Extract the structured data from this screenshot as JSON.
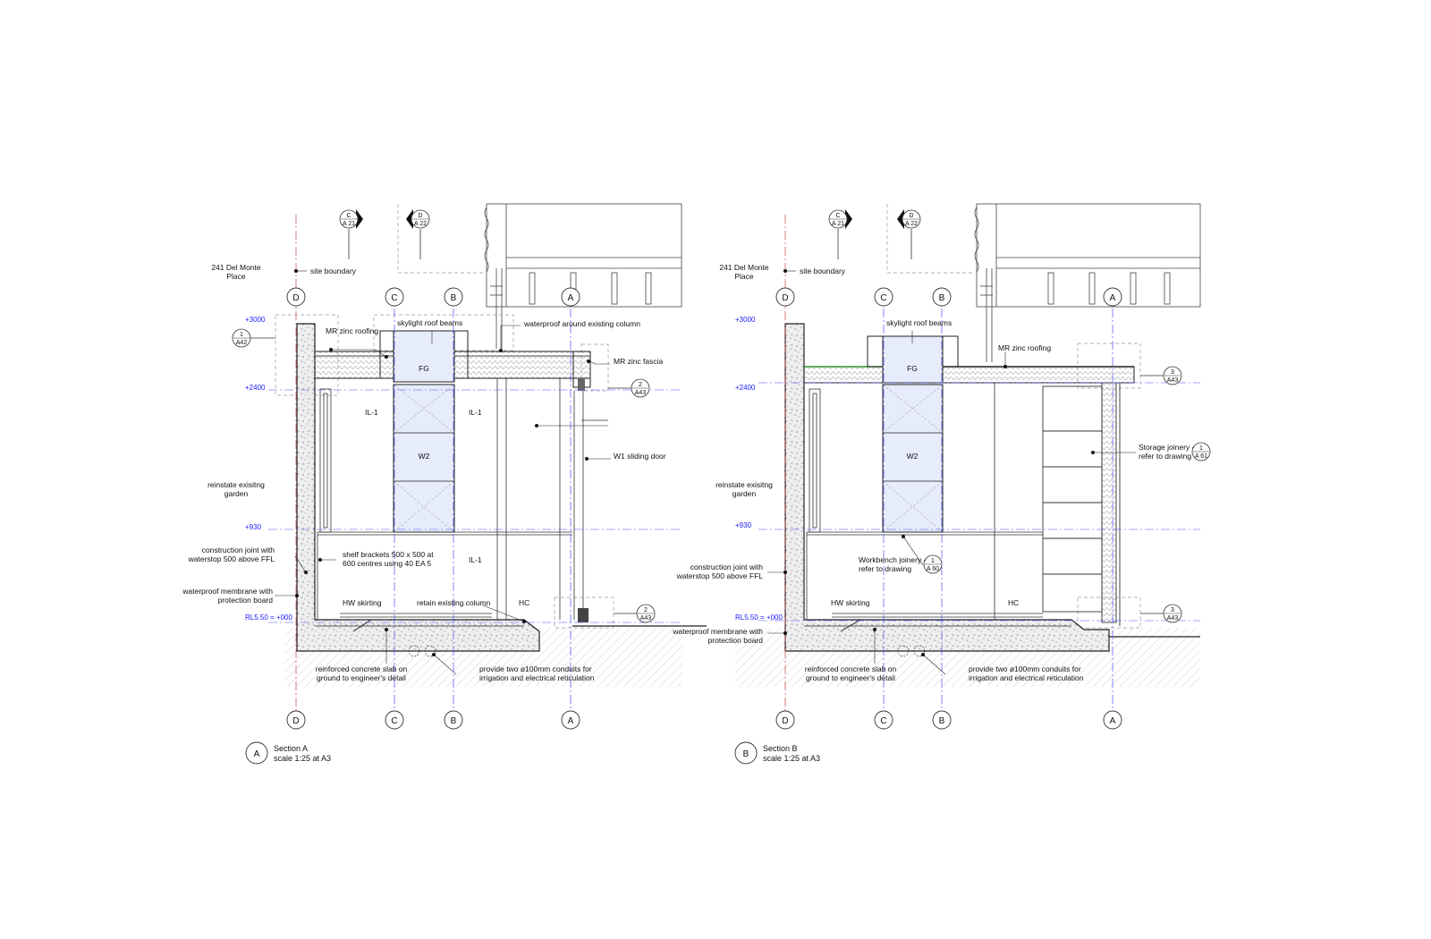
{
  "colors": {
    "ink": "#111111",
    "level_text": "#1a1aff",
    "grid_line": "#d04040",
    "datum_line": "#4d4dff",
    "glazing_fill": "#e6ecfb",
    "concrete_fill": "#ececec",
    "green_roof": "#2f9a2f"
  },
  "section_a": {
    "title": "Section A",
    "scale": "scale 1:25 at A3",
    "mark": "A",
    "grid_top": [
      "D",
      "C",
      "B",
      "A"
    ],
    "grid_bottom": [
      "D",
      "C",
      "B",
      "A"
    ],
    "levels": {
      "l3000": "+3000",
      "l2400": "+2400",
      "l930": "+930",
      "rl": "RL5.50 = +000"
    },
    "markers": {
      "c": {
        "letter": "C",
        "sheet": "A 21"
      },
      "d": {
        "letter": "D",
        "sheet": "A 22"
      }
    },
    "refs": {
      "r1": {
        "num": "1",
        "sheet": "A42"
      },
      "r2": {
        "num": "2",
        "sheet": "A43"
      },
      "r3": {
        "num": "2",
        "sheet": "A43"
      }
    },
    "tags": {
      "fg": "FG",
      "w2": "W2",
      "il1a": "IL-1",
      "il1b": "IL-1",
      "il1c": "IL-1",
      "hc": "HC"
    },
    "labels": {
      "address_1": "241 Del Monte",
      "address_2": "Place",
      "site_boundary": "site boundary",
      "mr_zinc_roofing": "MR zinc roofing",
      "skylight_roof_beams": "skylight roof beams",
      "waterproof_column": "waterproof around existing column",
      "mr_zinc_fascia": "MR zinc fascia",
      "w1_sliding_door": "W1 sliding door",
      "garden_1": "reinstate exisitng",
      "garden_2": "garden",
      "construction_joint_1": "construction joint with",
      "construction_joint_2": "waterstop 500 above FFL",
      "shelf_brackets_1": "shelf brackets 500 x 500 at",
      "shelf_brackets_2": "600 centres using 40 EA 5",
      "membrane_1": "waterproof membrane with",
      "membrane_2": "protection board",
      "hw_skirting": "HW skirting",
      "retain_column": "retain existing column",
      "slab_1": "reinforced concrete slab on",
      "slab_2": "ground to engineer's detail",
      "conduits_1": "provide two ø100mm conduits for",
      "conduits_2": "irrigation and electrical reticulation"
    }
  },
  "section_b": {
    "title": "Section B",
    "scale": "scale 1:25 at A3",
    "mark": "B",
    "grid_top": [
      "D",
      "C",
      "B",
      "A"
    ],
    "grid_bottom": [
      "D",
      "C",
      "B",
      "A"
    ],
    "levels": {
      "l3000": "+3000",
      "l2400": "+2400",
      "l930": "+930",
      "rl": "RL5.50 = +000"
    },
    "markers": {
      "c": {
        "letter": "C",
        "sheet": "A 21"
      },
      "d": {
        "letter": "D",
        "sheet": "A 22"
      }
    },
    "refs": {
      "r1": {
        "num": "3",
        "sheet": "A43"
      },
      "r2": {
        "num": "1",
        "sheet": "A 61"
      },
      "r3": {
        "num": "1",
        "sheet": "A 60"
      },
      "r4": {
        "num": "3",
        "sheet": "A43"
      }
    },
    "tags": {
      "fg": "FG",
      "w2": "W2",
      "hc": "HC"
    },
    "labels": {
      "address_1": "241 Del Monte",
      "address_2": "Place",
      "site_boundary": "site boundary",
      "skylight_roof_beams": "skylight roof beams",
      "mr_zinc_roofing": "MR zinc roofing",
      "storage_1": "Storage joinery -",
      "storage_2": "refer to drawing",
      "garden_1": "reinstate exisitng",
      "garden_2": "garden",
      "workbench_1": "Workbench joinery -",
      "workbench_2": "refer to drawing",
      "construction_joint_1": "construction joint with",
      "construction_joint_2": "waterstop 500 above FFL",
      "hw_skirting": "HW skirting",
      "membrane_1": "waterproof membrane with",
      "membrane_2": "protection board",
      "slab_1": "reinforced concrete slab on",
      "slab_2": "ground to engineer's detail",
      "conduits_1": "provide two ø100mm conduits for",
      "conduits_2": "irrigation and electrical reticulation"
    }
  }
}
